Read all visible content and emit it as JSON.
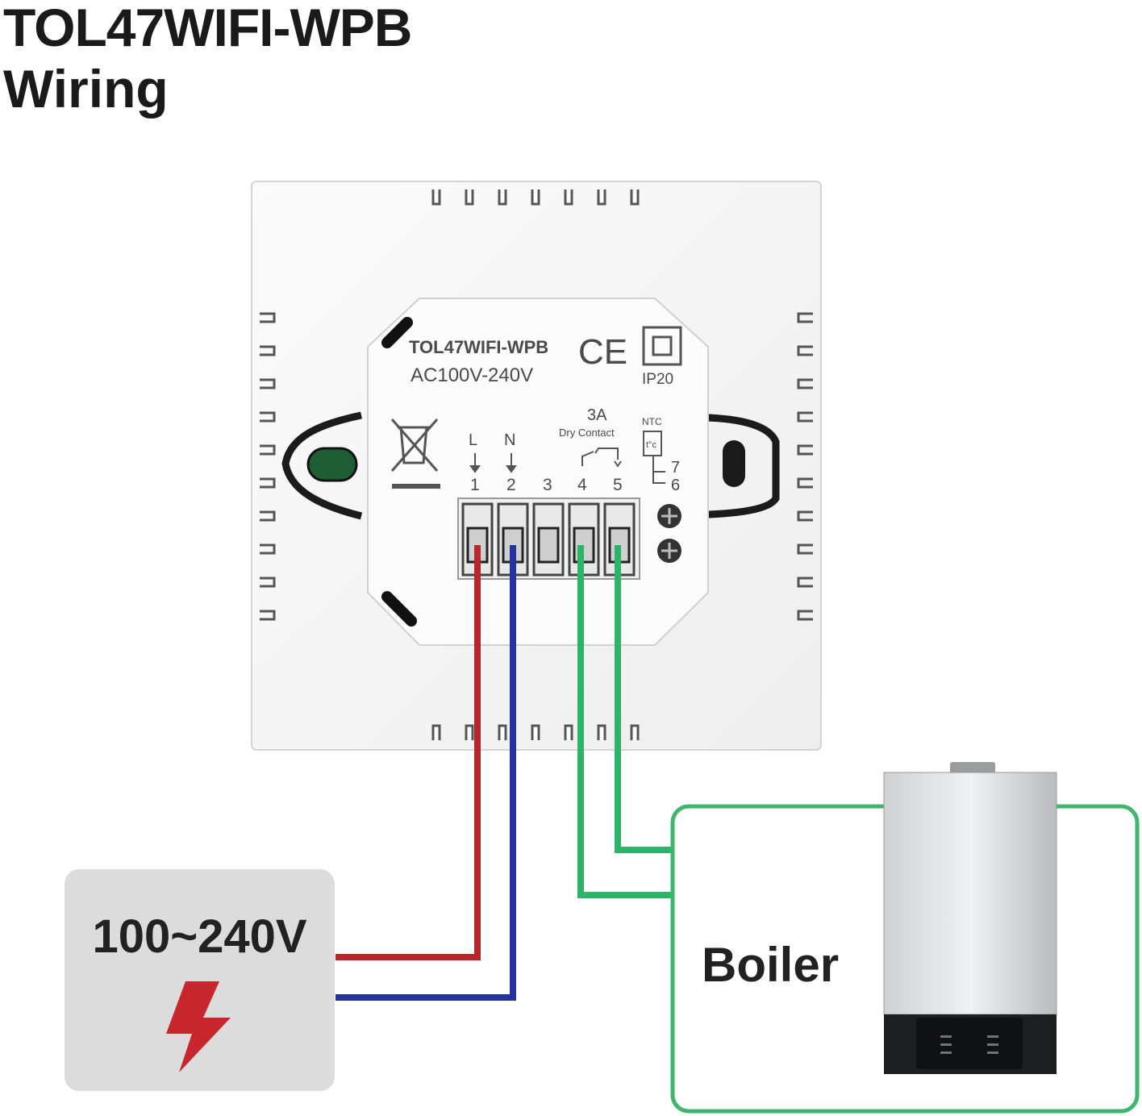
{
  "title": {
    "line1": "TOL47WIFI-WPB",
    "line2": "Wiring"
  },
  "device": {
    "model": "TOL47WIFI-WPB",
    "voltage": "AC100V-240V",
    "ip_rating": "IP20",
    "ce_mark": "CE",
    "relay_rating": "3A",
    "relay_type": "Dry Contact",
    "ntc_label": "NTC",
    "ntc_symbol": "t°c",
    "terminals": {
      "L": "L",
      "N": "N",
      "t1": "1",
      "t2": "2",
      "t3": "3",
      "t4": "4",
      "t5": "5",
      "t6": "6",
      "t7": "7"
    }
  },
  "supply": {
    "label": "100~240V"
  },
  "boiler": {
    "label": "Boiler"
  },
  "colors": {
    "live": "#b8262c",
    "neutral": "#24349c",
    "relay": "#2fb36b",
    "supply_box": "#dcdcdc",
    "boiler_frame": "#3fb56d"
  },
  "icons": [
    "recycle-bin-crossed-icon",
    "lightning-bolt-icon",
    "screw-icon"
  ]
}
